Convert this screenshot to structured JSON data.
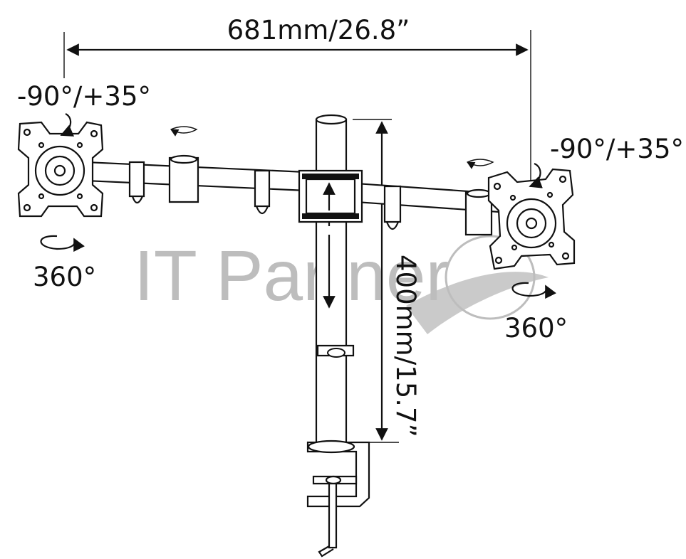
{
  "dimensions": {
    "width_label": "681mm/26.8”",
    "height_label": "400mm/15.7”"
  },
  "left_mount": {
    "tilt_label": "-90°/+35°",
    "rotation_label": "360°"
  },
  "right_mount": {
    "tilt_label": "-90°/+35°",
    "rotation_label": "360°"
  },
  "watermark": {
    "text": "IT Partner"
  },
  "colors": {
    "line": "#111111",
    "watermark": "#bdbdbd",
    "background": "#ffffff"
  }
}
